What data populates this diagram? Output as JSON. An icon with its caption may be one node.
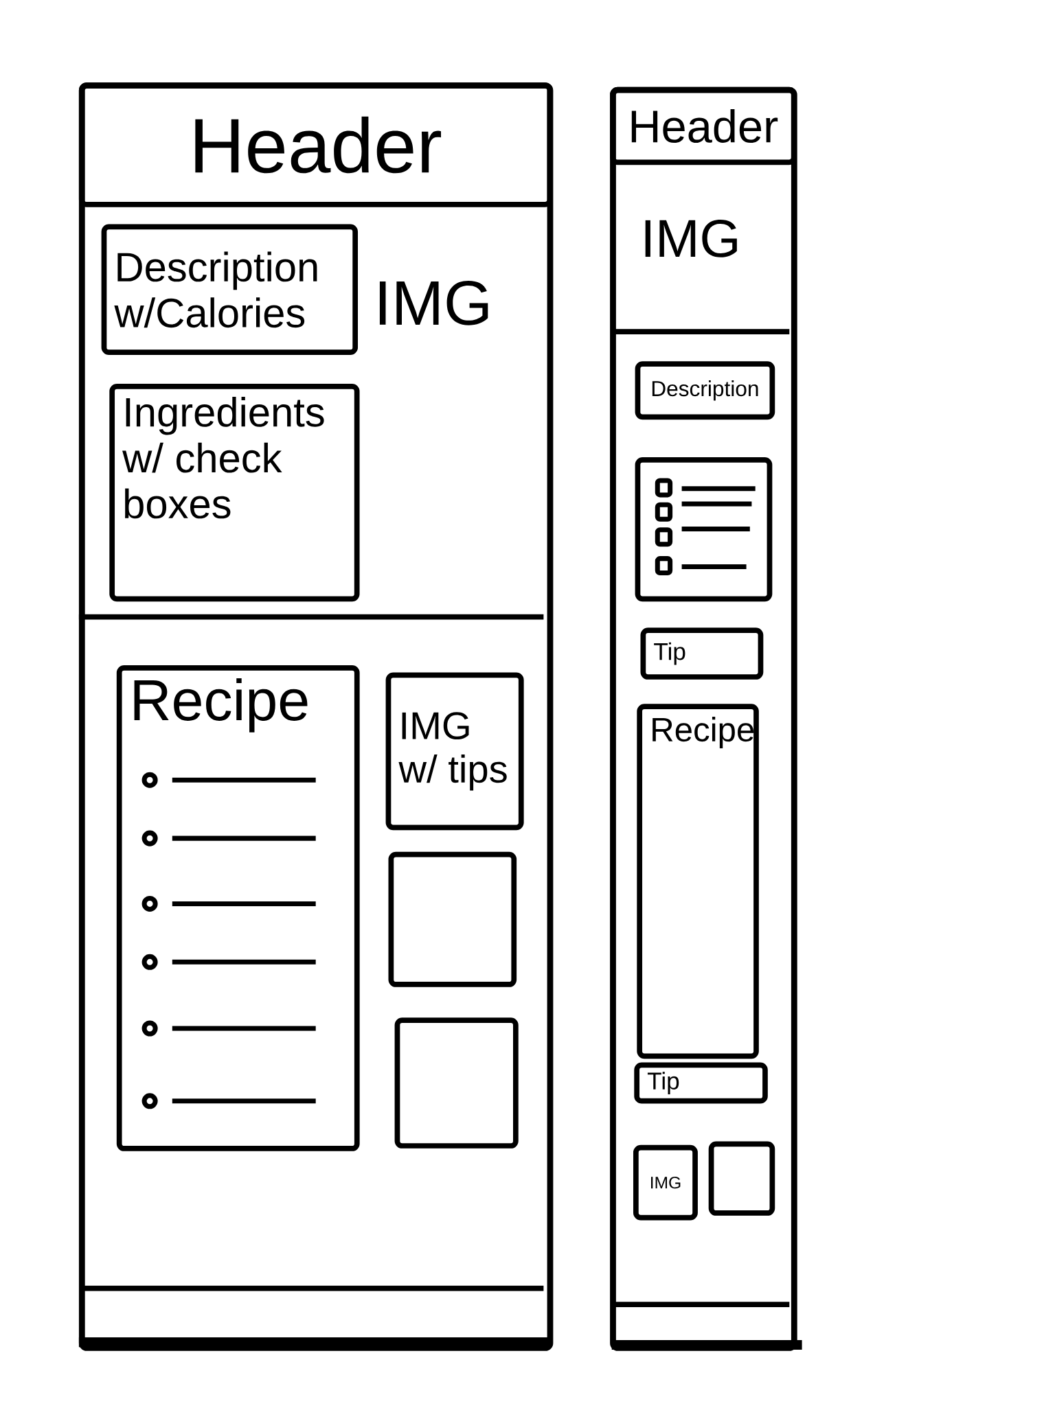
{
  "diagram": {
    "nodes": [
      {
        "text": [],
        "shape": "box"
      },
      {
        "text": [
          "Header"
        ],
        "in": 0
      },
      {
        "text": [
          "Description w/Calories"
        ],
        "in": 0
      },
      {
        "text": [
          "Ingredients w/ check boxes"
        ],
        "in": 0
      },
      {
        "text": [
          "Recipe"
        ],
        "in": 0
      },
      {
        "text": [
          "IMG w/ tips"
        ],
        "in": 0
      },
      {
        "text": [],
        "shape": "box",
        "in": 0
      },
      {
        "text": [],
        "shape": "box",
        "in": 0
      },
      {
        "text": [],
        "shape": "box"
      },
      {
        "text": [
          "Header"
        ],
        "in": 8
      },
      {
        "text": [
          "Description"
        ],
        "in": 8
      },
      {
        "text": [],
        "shape": "box",
        "in": 8
      },
      {
        "text": [
          "Tip"
        ],
        "in": 8
      },
      {
        "text": [
          "Recipe"
        ],
        "in": 8
      },
      {
        "text": [
          "Tip"
        ],
        "in": 8
      },
      {
        "text": [
          "IMG"
        ],
        "in": 8
      },
      {
        "text": [],
        "shape": "box",
        "in": 8
      }
    ],
    "labels": [
      "IMG",
      "IMG"
    ]
  }
}
